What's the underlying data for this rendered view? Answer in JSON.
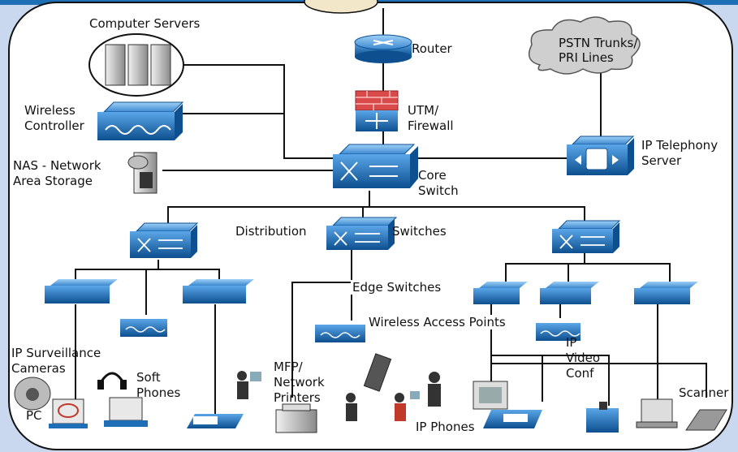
{
  "labels": {
    "computer_servers": "Computer Servers",
    "router": "Router",
    "pstn_line1": "PSTN Trunks/",
    "pstn_line2": "PRI Lines",
    "wireless_controller_line1": "Wireless",
    "wireless_controller_line2": "Controller",
    "utm_line1": "UTM/",
    "utm_line2": "Firewall",
    "ip_telephony_line1": "IP Telephony",
    "ip_telephony_line2": "Server",
    "nas_line1": "NAS - Network",
    "nas_line2": "Area Storage",
    "core_switch_line1": "Core",
    "core_switch_line2": "Switch",
    "distribution": "Distribution",
    "switches": "Switches",
    "edge_switches": "Edge Switches",
    "wireless_access_points": "Wireless Access Points",
    "ip_surveillance_line1": "IP Surveillance",
    "ip_surveillance_line2": "Cameras",
    "soft_phones_line1": "Soft",
    "soft_phones_line2": "Phones",
    "mfp_line1": "MFP/",
    "mfp_line2": "Network",
    "mfp_line3": "Printers",
    "ip_video_line1": "IP",
    "ip_video_line2": "Video",
    "ip_video_line3": "Conf",
    "scanner": "Scanner",
    "pc": "PC",
    "ip_phones": "IP Phones"
  },
  "colors": {
    "device_blue": "#1f6fb8",
    "device_dark": "#0d4f8f",
    "firewall_red": "#d94a4a",
    "cloud": "#c8c8c8",
    "line": "#111111",
    "background": "#c9d8ee"
  }
}
